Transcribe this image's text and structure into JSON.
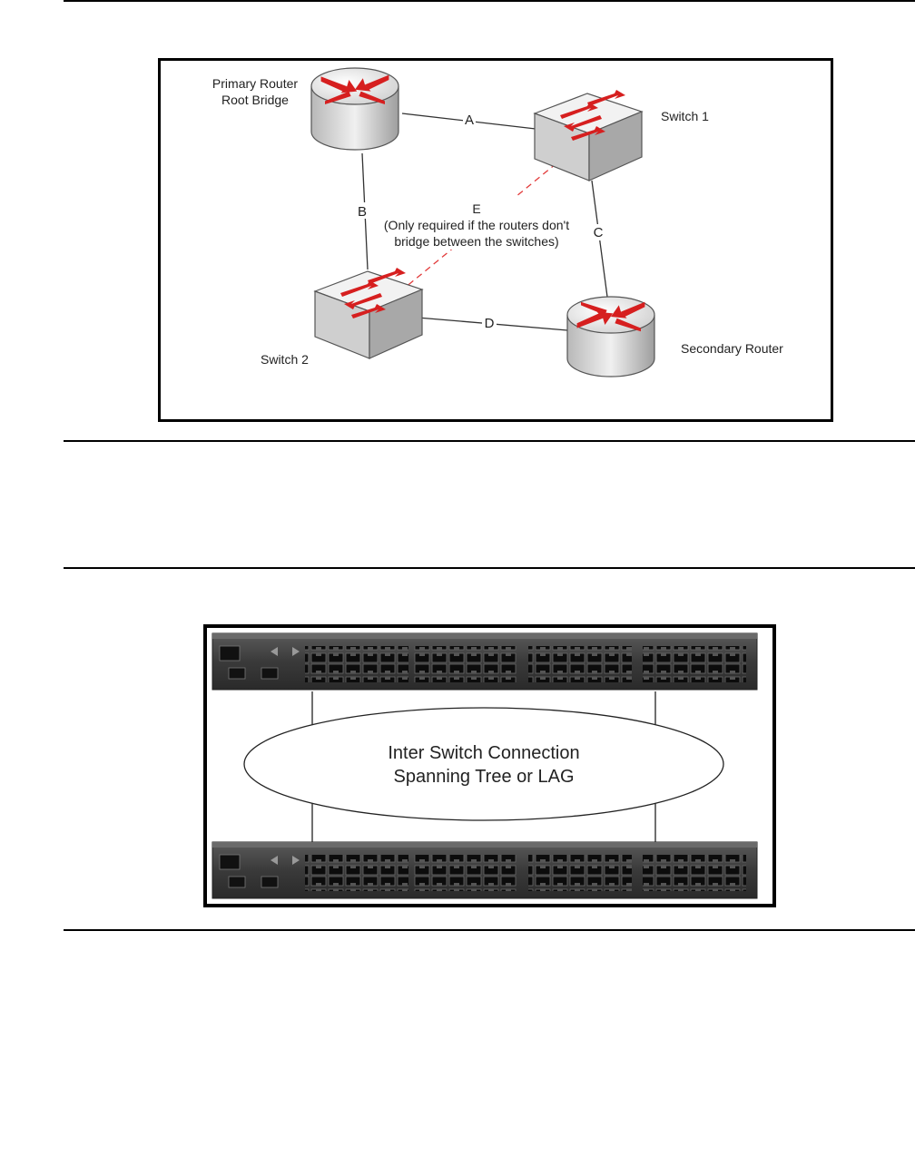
{
  "figure1": {
    "primary_router_line1": "Primary Router",
    "primary_router_line2": "Root Bridge",
    "switch1": "Switch 1",
    "switch2": "Switch 2",
    "secondary_router": "Secondary Router",
    "link_a": "A",
    "link_b": "B",
    "link_c": "C",
    "link_d": "D",
    "link_e": "E",
    "note_line1": "(Only required if the routers don't",
    "note_line2": "bridge between the switches)",
    "colors": {
      "arrow": "#d61f1f",
      "dashed_link": "#e23a3a",
      "device_body": "#d4d4d4"
    }
  },
  "figure2": {
    "ellipse_line1": "Inter Switch Connection",
    "ellipse_line2": "Spanning Tree or LAG"
  }
}
